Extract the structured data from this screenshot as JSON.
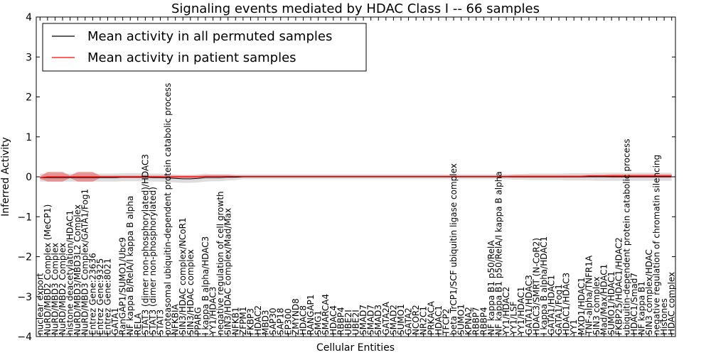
{
  "chart_data": {
    "type": "line",
    "title": "Signaling events mediated by HDAC Class I -- 66 samples",
    "xlabel": "Cellular Entities",
    "ylabel": "Inferred Activity",
    "ylim": [
      -4,
      4
    ],
    "yticks": [
      "−4",
      "−3",
      "−2",
      "−1",
      "0",
      "1",
      "2",
      "3",
      "4"
    ],
    "ytick_values": [
      -4,
      -3,
      -2,
      -1,
      0,
      1,
      2,
      3,
      4
    ],
    "grid": false,
    "legend_placement": "top-left",
    "colors": {
      "permuted": "#000000",
      "patient": "#ff0000",
      "band": "#d9d9d9",
      "patient_band": "#e88080"
    },
    "categories": [
      "nuclear export",
      "NuRD/MBD2 Complex (MeCP1)",
      "NuRD/MBD3 Complex",
      "NuRD/MBD2 Complex",
      "histone deacetylation/HDAC1",
      "NuRD/MBD3/MBD3L2 Complex",
      "NuRD/MBD3 Complex/GATA1/Fog1",
      "Entrez Gene:23636",
      "Entrez Gene:9325",
      "Entrez Gene:8021",
      "GATA1",
      "RanGAP1/SUMO1/Ubc9",
      "NF kappa B/RelA/I kappa B alpha",
      "RELA",
      "STAT3 (dimer non-phosphorylated)/HDAC3",
      "STAT3 (dimer non-phosphorylated)",
      "STAT3",
      "proteasomal ubiquitin-dependent protein catabolic process",
      "NFKBIA",
      "SIN3/HDAC complex/NCoR1",
      "SIN3/HDAC complex",
      "PPARG",
      "I kappa B alpha/HDAC3",
      "YY1/HDAC3",
      "negative regulation of cell growth",
      "SIN3/HDAC complex/Mad/Max",
      "NFKB1",
      "ZFPM1",
      "FKBP3",
      "HDAC2",
      "MBD3",
      "SAP30",
      "SAP18",
      "EP300",
      "ZMYND8",
      "HDAC8",
      "RANGAP1",
      "SMG1",
      "SMARCA4",
      "HDAC4",
      "RBBP4",
      "UBE2I",
      "UBE2I",
      "SMAD7",
      "SMAD7",
      "SMAD3",
      "GATA2A",
      "SMAD2",
      "SUMO1",
      "GATA2",
      "NCOR2",
      "NR2C1",
      "PRKACA",
      "HDAC1",
      "TFCP2",
      "beta TrCP1/SCF ubiquitin ligase complex",
      "SUMO1",
      "KPNA2",
      "RBBP7",
      "RBBP4",
      "NF kappa B1 p50/RelA",
      "NF kappa B1 p50/RelA/I kappa B alpha",
      "YY1/HDAC2",
      "YY1/LSF",
      "YY1/HDAC1",
      "GATA1/HDAC3",
      "HDAC3/SMRT (N-CoR2)",
      "I kappa B alpha/HDAC1",
      "GATA1/HDAC1",
      "GATA1/Fog1",
      "HDAC1/HDAC3",
      "YY1",
      "MXD1/HDAC1",
      "TNF-alpha/TNFR1A",
      "SIN3 complex",
      "Mad/Max/HDAC1",
      "SUMO1/HDAC1",
      "FKBP25/HDAC1/HDAC2",
      "ubiquitin-dependent protein catabolic process",
      "HDAC1/Smad7",
      "NF kappa B1",
      "SIN3 complex/HDAC",
      "negative regulation of chromatin silencing",
      "Histones",
      "HDAC complex"
    ],
    "series": [
      {
        "name": "Mean activity in all permuted samples",
        "values": [
          -0.02,
          -0.02,
          -0.02,
          -0.02,
          -0.02,
          -0.02,
          -0.02,
          -0.02,
          -0.02,
          -0.02,
          -0.02,
          -0.01,
          -0.01,
          -0.01,
          -0.01,
          -0.02,
          -0.02,
          -0.03,
          -0.04,
          -0.05,
          -0.05,
          -0.04,
          -0.02,
          -0.02,
          -0.02,
          -0.01,
          -0.01,
          0.0,
          0.0,
          0.0,
          0.0,
          0.0,
          0.0,
          0.0,
          0.0,
          0.0,
          0.0,
          0.0,
          0.0,
          0.0,
          0.0,
          0.0,
          0.0,
          0.0,
          0.0,
          0.0,
          0.0,
          0.0,
          0.0,
          0.0,
          0.0,
          0.0,
          0.0,
          0.0,
          0.0,
          0.0,
          0.0,
          0.0,
          0.0,
          0.0,
          0.0,
          0.0,
          0.0,
          0.0,
          0.0,
          0.0,
          0.0,
          0.0,
          0.0,
          0.0,
          0.0,
          0.0,
          0.0,
          0.0,
          0.0,
          0.0,
          0.0,
          0.0,
          0.0,
          0.0,
          0.0,
          0.0,
          0.0,
          0.0,
          0.0
        ],
        "band": [
          0.1,
          0.1,
          0.1,
          0.1,
          0.1,
          0.1,
          0.1,
          0.1,
          0.1,
          0.1,
          0.1,
          0.1,
          0.1,
          0.1,
          0.1,
          0.1,
          0.1,
          0.1,
          0.1,
          0.1,
          0.1,
          0.1,
          0.1,
          0.09,
          0.09,
          0.08,
          0.07,
          0.06,
          0.06,
          0.06,
          0.06,
          0.06,
          0.06,
          0.06,
          0.06,
          0.06,
          0.06,
          0.06,
          0.06,
          0.06,
          0.06,
          0.06,
          0.06,
          0.06,
          0.06,
          0.06,
          0.06,
          0.06,
          0.06,
          0.06,
          0.06,
          0.06,
          0.06,
          0.06,
          0.06,
          0.06,
          0.06,
          0.06,
          0.06,
          0.06,
          0.06,
          0.06,
          0.06,
          0.07,
          0.07,
          0.08,
          0.08,
          0.08,
          0.08,
          0.08,
          0.09,
          0.09,
          0.09,
          0.09,
          0.1,
          0.1,
          0.1,
          0.1,
          0.1,
          0.1,
          0.1,
          0.1,
          0.1,
          0.1,
          0.1
        ]
      },
      {
        "name": "Mean activity in patient samples",
        "values": [
          -0.02,
          0.0,
          0.0,
          0.0,
          0.0,
          0.0,
          0.0,
          0.0,
          0.0,
          0.0,
          0.0,
          0.0,
          0.0,
          0.0,
          0.0,
          0.0,
          0.0,
          0.0,
          0.0,
          0.0,
          0.0,
          0.0,
          0.01,
          0.01,
          0.01,
          0.01,
          0.01,
          0.01,
          0.01,
          0.01,
          0.01,
          0.01,
          0.01,
          0.01,
          0.01,
          0.01,
          0.01,
          0.01,
          0.01,
          0.01,
          0.01,
          0.01,
          0.01,
          0.01,
          0.01,
          0.01,
          0.01,
          0.01,
          0.01,
          0.01,
          0.01,
          0.01,
          0.01,
          0.01,
          0.01,
          0.01,
          0.01,
          0.01,
          0.01,
          0.01,
          0.01,
          0.01,
          0.01,
          0.01,
          0.01,
          0.01,
          0.01,
          0.01,
          0.01,
          0.01,
          0.01,
          0.01,
          0.01,
          0.02,
          0.02,
          0.02,
          0.02,
          0.02,
          0.02,
          0.02,
          0.02,
          0.02,
          0.02,
          0.02,
          0.02
        ],
        "band": [
          0.03,
          0.12,
          0.12,
          0.12,
          0.03,
          0.12,
          0.12,
          0.12,
          0.03,
          0.03,
          0.03,
          0.03,
          0.03,
          0.03,
          0.03,
          0.03,
          0.03,
          0.03,
          0.03,
          0.03,
          0.03,
          0.03,
          0.03,
          0.03,
          0.03,
          0.03,
          0.02,
          0.02,
          0.02,
          0.02,
          0.02,
          0.02,
          0.02,
          0.02,
          0.02,
          0.02,
          0.02,
          0.02,
          0.02,
          0.02,
          0.02,
          0.02,
          0.02,
          0.02,
          0.02,
          0.02,
          0.02,
          0.02,
          0.02,
          0.02,
          0.02,
          0.02,
          0.02,
          0.02,
          0.02,
          0.02,
          0.02,
          0.02,
          0.02,
          0.02,
          0.02,
          0.02,
          0.02,
          0.03,
          0.03,
          0.03,
          0.03,
          0.03,
          0.03,
          0.03,
          0.03,
          0.03,
          0.03,
          0.03,
          0.03,
          0.03,
          0.04,
          0.04,
          0.04,
          0.04,
          0.04,
          0.04,
          0.04,
          0.04,
          0.04
        ]
      }
    ]
  }
}
